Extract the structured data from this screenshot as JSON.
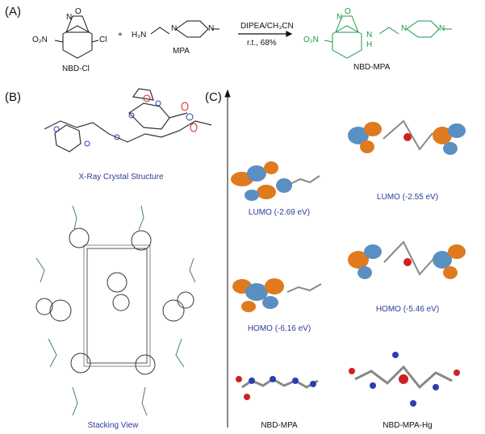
{
  "panels": {
    "a": {
      "label": "(A)"
    },
    "b": {
      "label": "(B)",
      "crystal_caption": "X-Ray Crystal Structure",
      "stacking_caption": "Stacking View"
    },
    "c": {
      "label": "(C)"
    }
  },
  "reaction": {
    "reactant1": {
      "name": "NBD-Cl",
      "substituent_left": "O₂N",
      "substituent_right": "Cl",
      "ring_n": "N",
      "ring_o": "O"
    },
    "plus": "+",
    "reactant2": {
      "name": "MPA",
      "amine": "H₂N",
      "ring_n1": "N",
      "ring_n2": "N"
    },
    "conditions_top": "DIPEA/CH₃CN",
    "conditions_bottom": "r.t., 68%",
    "product": {
      "name": "NBD-MPA",
      "substituent_left": "O₂N",
      "linker_n": "N",
      "linker_h": "H",
      "ring_n1": "N",
      "ring_n2": "N",
      "ring_n": "N",
      "ring_o": "O"
    }
  },
  "orbitals": {
    "left": [
      {
        "label": "LUMO (-2.69 eV)"
      },
      {
        "label": "HOMO (-6.16 eV)"
      },
      {
        "label": "NBD-MPA"
      }
    ],
    "right": [
      {
        "label": "LUMO (-2.55 eV)"
      },
      {
        "label": "HOMO (-5.46 eV)"
      },
      {
        "label": "NBD-MPA-Hg"
      }
    ]
  },
  "colors": {
    "product_green": "#1a9a4a",
    "caption_blue": "#2c3a9a",
    "orbital_orange": "#e07a1f",
    "orbital_blue": "#5a8fc2",
    "atom_red": "#d02020",
    "atom_blue": "#2a3fb0",
    "atom_grey": "#888888"
  }
}
